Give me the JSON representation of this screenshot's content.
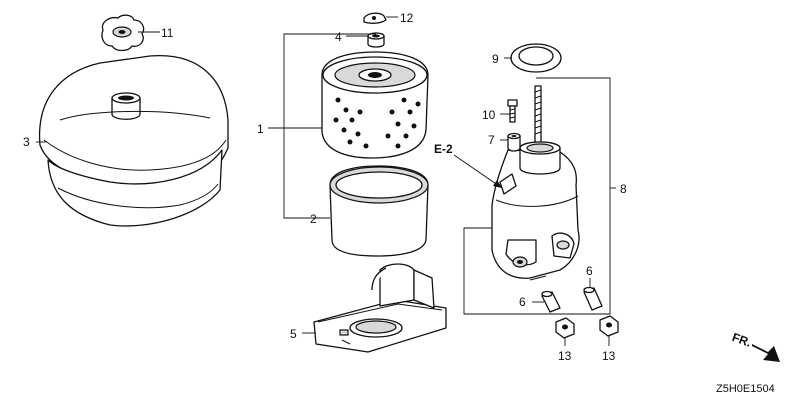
{
  "diagram": {
    "callouts": {
      "c1": "1",
      "c2": "2",
      "c3": "3",
      "c4": "4",
      "c5": "5",
      "c6a": "6",
      "c6b": "6",
      "c7": "7",
      "c8": "8",
      "c9": "9",
      "c10": "10",
      "c11": "11",
      "c12": "12",
      "c13a": "13",
      "c13b": "13"
    },
    "reference": "E-2",
    "direction_label": "FR.",
    "diagram_code": "Z5H0E1504"
  },
  "parts": [
    {
      "id": "air-cleaner-cover",
      "callout": "3"
    },
    {
      "id": "wing-nut",
      "callout": "11"
    },
    {
      "id": "grommet",
      "callout": "4"
    },
    {
      "id": "clip",
      "callout": "12"
    },
    {
      "id": "element-outer",
      "callout": "1"
    },
    {
      "id": "element-inner-foam",
      "callout": "2"
    },
    {
      "id": "air-cleaner-case",
      "callout": "5"
    },
    {
      "id": "gasket",
      "callout": "9"
    },
    {
      "id": "elbow-assembly",
      "callout": "8"
    },
    {
      "id": "bolt",
      "callout": "10"
    },
    {
      "id": "collar",
      "callout": "7"
    },
    {
      "id": "stud-bolt",
      "callout": "6"
    },
    {
      "id": "flange-nut",
      "callout": "13"
    }
  ]
}
